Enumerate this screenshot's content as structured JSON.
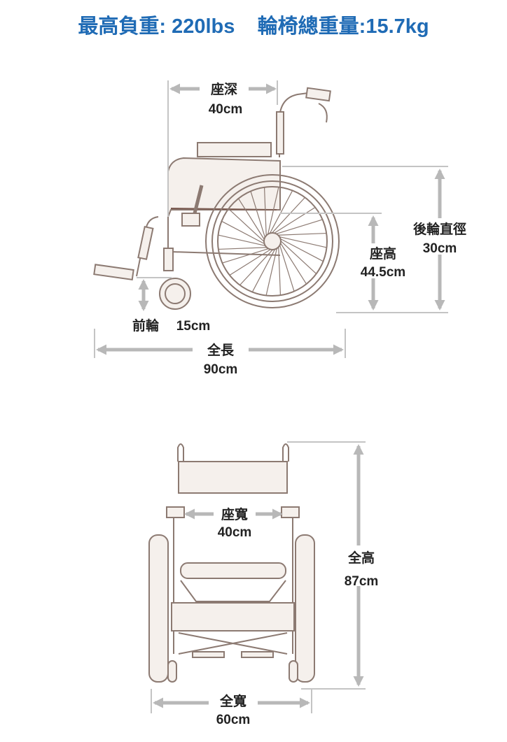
{
  "header": {
    "max_load_label": "最高負重:",
    "max_load_value": "220lbs",
    "weight_label": "輪椅總重量:",
    "weight_value": "15.7kg"
  },
  "side_view": {
    "seat_depth": {
      "label": "座深",
      "value": "40cm"
    },
    "rear_wheel_diameter": {
      "label": "後輪直徑",
      "value": "30cm"
    },
    "seat_height": {
      "label": "座高",
      "value": "44.5cm"
    },
    "front_wheel": {
      "label": "前輪",
      "value": "15cm"
    },
    "total_length": {
      "label": "全長",
      "value": "90cm"
    }
  },
  "front_view": {
    "seat_width": {
      "label": "座寬",
      "value": "40cm"
    },
    "total_height": {
      "label": "全高",
      "value": "87cm"
    },
    "total_width": {
      "label": "全寬",
      "value": "60cm"
    }
  },
  "colors": {
    "title": "#1f6bb5",
    "line_art": "#8c7a72",
    "dimension": "#b8b8b8"
  }
}
